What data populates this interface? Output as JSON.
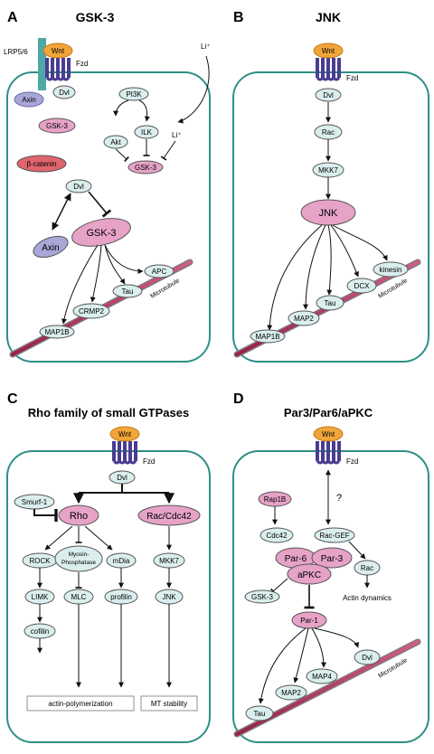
{
  "panels": {
    "A": {
      "letter": "A",
      "title": "GSK-3"
    },
    "B": {
      "letter": "B",
      "title": "JNK"
    },
    "C": {
      "letter": "C",
      "title": "Rho family of small GTPases"
    },
    "D": {
      "letter": "D",
      "title": "Par3/Par6/aPKC"
    }
  },
  "labels": {
    "wnt": "Wnt",
    "fzd": "Fzd",
    "lrp": "LRP5/6",
    "li_out": "Li⁺",
    "li_in": "Li⁺",
    "microtubule": "Microtubule",
    "question": "?"
  },
  "A": {
    "axin_mem": "Axin",
    "dvl_mem": "Dvl",
    "pi3k": "PI3K",
    "akt": "Akt",
    "ilk": "ILK",
    "gsk3_free": "GSK-3",
    "gsk3_inh": "GSK-3",
    "bcat": "β-catenin",
    "dvl": "Dvl",
    "axin": "Axin",
    "gsk3": "GSK-3",
    "apc": "APC",
    "tau": "Tau",
    "crmp2": "CRMP2",
    "map1b": "MAP1B"
  },
  "B": {
    "dvl": "Dvl",
    "rac": "Rac",
    "mkk7": "MKK7",
    "jnk": "JNK",
    "kinesin": "kinesin",
    "dcx": "DCX",
    "tau": "Tau",
    "map2": "MAP2",
    "map1b": "MAP1B"
  },
  "C": {
    "dvl": "Dvl",
    "smurf": "Smurf-1",
    "rho": "Rho",
    "rac": "Rac/Cdc42",
    "rock": "ROCK",
    "myosin1": "Myosin-",
    "myosin2": "Phosphatase",
    "mdia": "mDia",
    "mkk7": "MKK7",
    "limk": "LIMK",
    "mlc": "MLC",
    "profilin": "profilin",
    "jnk": "JNK",
    "cofilin": "cofilin",
    "actin": "actin-polymerization",
    "mt": "MT stability"
  },
  "D": {
    "rap1b": "Rap1B",
    "cdc42": "Cdc42",
    "racgef": "Rac-GEF",
    "par6": "Par-6",
    "par3": "Par-3",
    "apkc": "aPKC",
    "rac": "Rac",
    "actin": "Actin dynamics",
    "gsk3": "GSK-3",
    "par1": "Par-1",
    "dvl": "Dvl",
    "map4": "MAP4",
    "map2": "MAP2",
    "tau": "Tau"
  },
  "colors": {
    "cell_border": "#2e8f86",
    "light_node": "#dbeeee",
    "pink_node": "#e7a2c8",
    "purple_node": "#a9a7d8",
    "orange_wnt": "#f0a53a",
    "receptor": "#4a3c91",
    "lrp": "#4ea9a6",
    "microtubule": "#b5285a",
    "bcat": "#e0646e"
  }
}
